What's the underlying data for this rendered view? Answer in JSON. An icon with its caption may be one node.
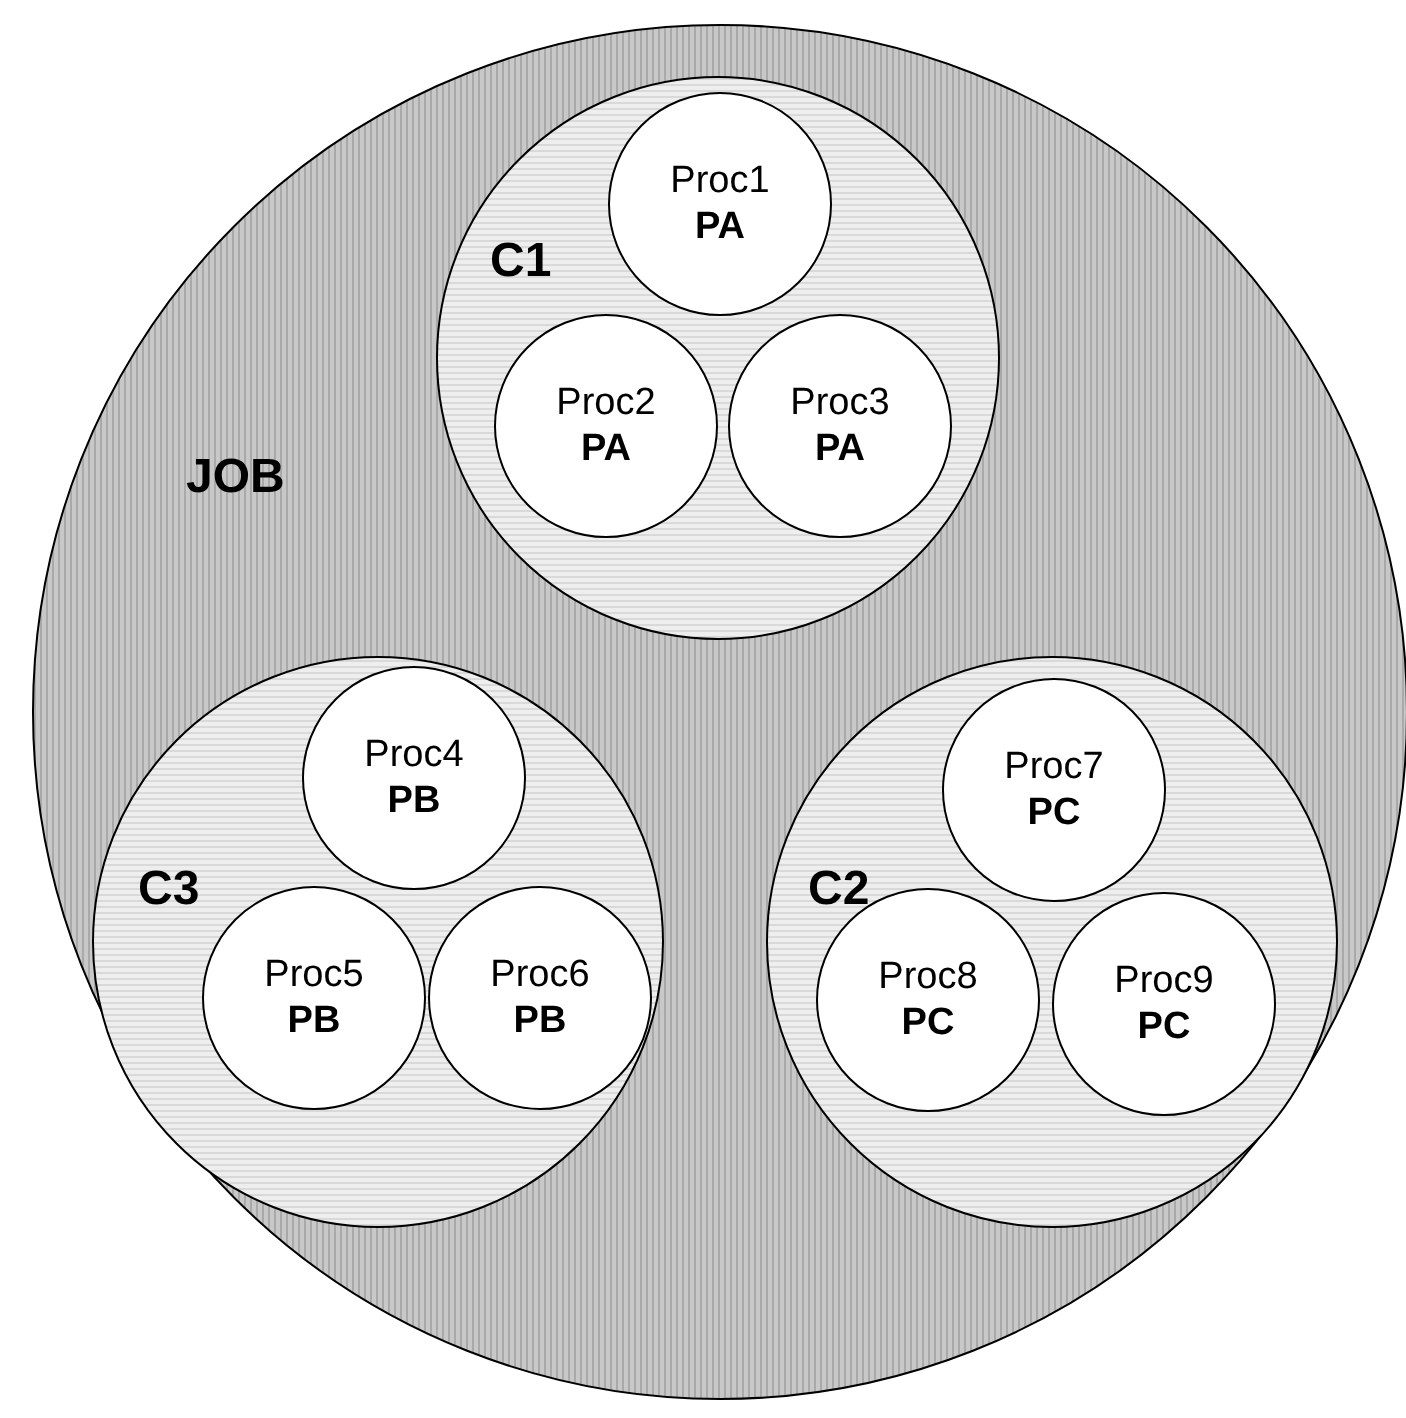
{
  "diagram": {
    "nodes": [
      {
        "text": [
          "JOB"
        ]
      },
      {
        "text": [
          "C1"
        ],
        "in": 0
      },
      {
        "text": [
          "Proc1",
          "PA"
        ],
        "in": 1
      },
      {
        "text": [
          "Proc2",
          "PA"
        ],
        "in": 1
      },
      {
        "text": [
          "Proc3",
          "PA"
        ],
        "in": 1
      },
      {
        "text": [
          "C3"
        ],
        "in": 0
      },
      {
        "text": [
          "Proc4",
          "PB"
        ],
        "in": 5
      },
      {
        "text": [
          "Proc5",
          "PB"
        ],
        "in": 5
      },
      {
        "text": [
          "Proc6",
          "PB"
        ],
        "in": 5
      },
      {
        "text": [
          "C2"
        ],
        "in": 0
      },
      {
        "text": [
          "Proc7",
          "PC"
        ],
        "in": 9
      },
      {
        "text": [
          "Proc8",
          "PC"
        ],
        "in": 9
      },
      {
        "text": [
          "Proc9",
          "PC"
        ],
        "in": 9
      }
    ],
    "edges": []
  }
}
